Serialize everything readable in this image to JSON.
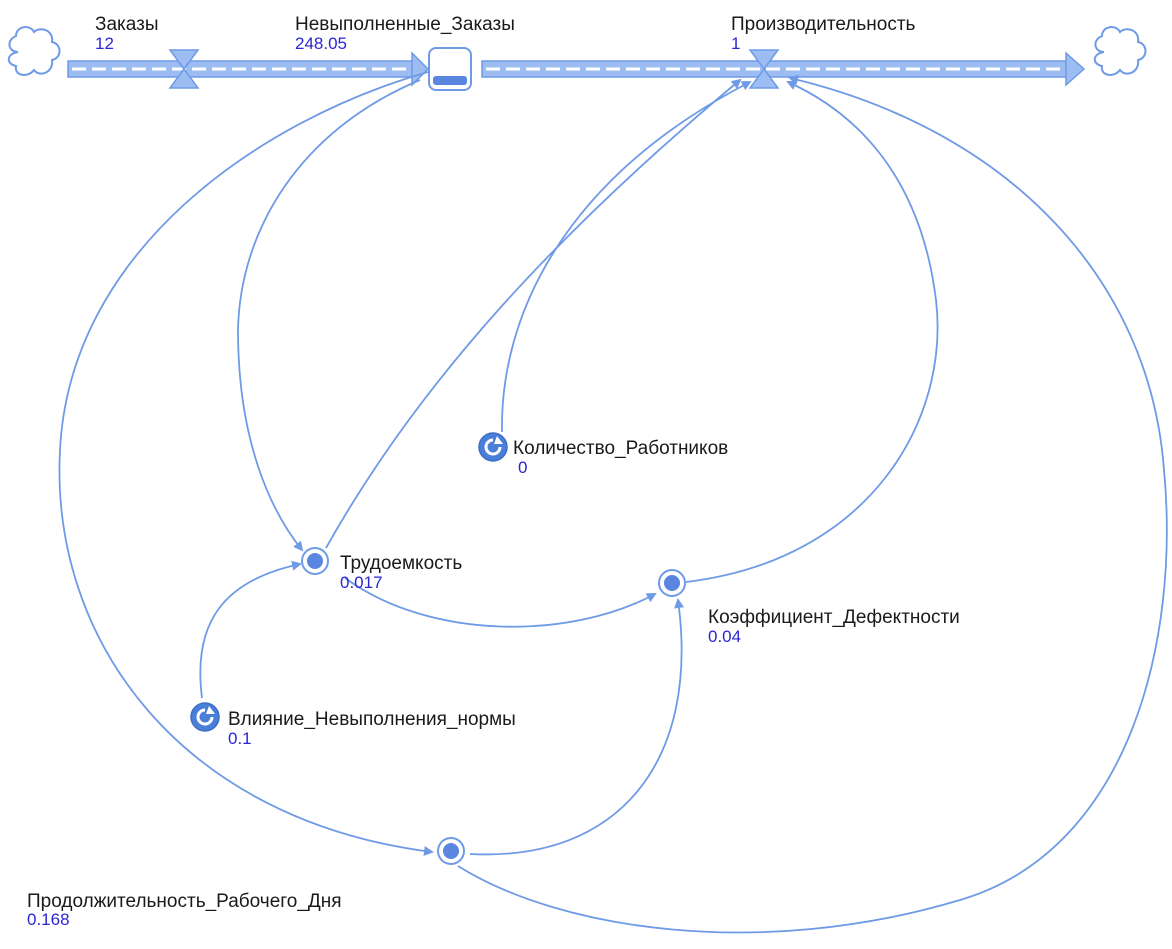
{
  "colors": {
    "link": "#6f9ae6",
    "flow_fill": "#9cbcf2",
    "flow_stroke": "#6f9ae6",
    "node_fill": "#5b86e0",
    "stock_fill": "#5b86e0",
    "value_text": "#2b24d6",
    "label_text": "#1a1a1a",
    "cloud_stroke": "#6f9ae6"
  },
  "elements": {
    "orders": {
      "label": "Заказы",
      "value": "12"
    },
    "backlog": {
      "label": "Невыполненные_Заказы",
      "value": "248.05"
    },
    "productivity": {
      "label": "Производительность",
      "value": "1"
    },
    "workers": {
      "label": "Количество_Работников",
      "value": "0"
    },
    "labor_intensity": {
      "label": "Трудоемкость",
      "value": "0.017"
    },
    "defect_coef": {
      "label": "Коэффициент_Дефектности",
      "value": "0.04"
    },
    "norm_failure": {
      "label": "Влияние_Невыполнения_нормы",
      "value": "0.1"
    },
    "workday_length": {
      "label": "Продолжительность_Рабочего_Дня",
      "value": "0.168"
    }
  }
}
